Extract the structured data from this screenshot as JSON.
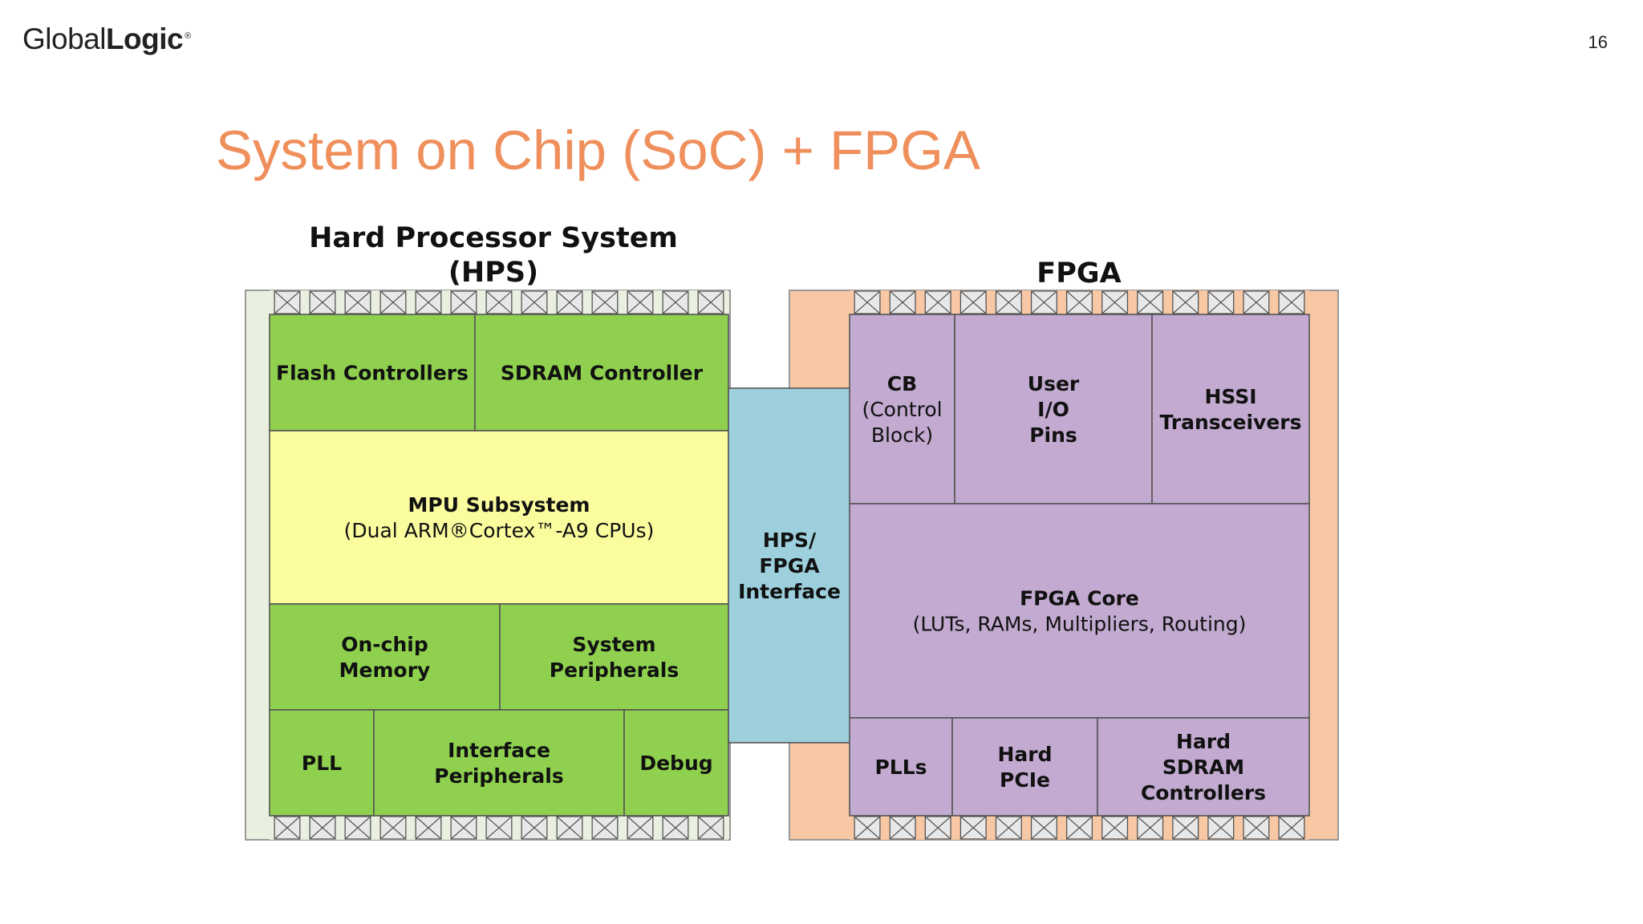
{
  "header": {
    "logo_part1": "Global",
    "logo_part2": "Logic",
    "logo_mark": "®",
    "page_number": "16"
  },
  "slide": {
    "title": "System on Chip (SoC) + FPGA"
  },
  "diagram": {
    "hps_heading_line1": "Hard Processor System",
    "hps_heading_line2": "(HPS)",
    "fpga_heading": "FPGA",
    "colors": {
      "green": "#8fd14f",
      "yellow": "#fbfc9e",
      "blue": "#9dcfdc",
      "purple": "#c2aad0",
      "peach": "#f8c8a4",
      "bezel": "#eaf0e0",
      "border": "#555555"
    },
    "blocks": {
      "flash": {
        "lines": [
          "Flash Controllers"
        ]
      },
      "sdram": {
        "lines": [
          "SDRAM Controller"
        ]
      },
      "mpu": {
        "lines": [
          "MPU Subsystem",
          "(Dual ARM®Cortex™-A9 CPUs)"
        ]
      },
      "onchip": {
        "lines": [
          "On-chip",
          "Memory"
        ]
      },
      "sysperiph": {
        "lines": [
          "System",
          "Peripherals"
        ]
      },
      "pll": {
        "lines": [
          "PLL"
        ]
      },
      "ifperiph": {
        "lines": [
          "Interface",
          "Peripherals"
        ]
      },
      "debug": {
        "lines": [
          "Debug"
        ]
      },
      "interface": {
        "lines": [
          "HPS/",
          "FPGA",
          "Interface"
        ]
      },
      "cb": {
        "lines": [
          "CB",
          "(Control",
          "Block)"
        ]
      },
      "userio": {
        "lines": [
          "User",
          "I/O",
          "Pins"
        ]
      },
      "hssi": {
        "lines": [
          "HSSI",
          "Transceivers"
        ]
      },
      "core": {
        "lines": [
          "FPGA Core",
          "(LUTs, RAMs, Multipliers, Routing)"
        ]
      },
      "plls": {
        "lines": [
          "PLLs"
        ]
      },
      "pcie": {
        "lines": [
          "Hard",
          "PCIe"
        ]
      },
      "hardsdram": {
        "lines": [
          "Hard",
          "SDRAM",
          "Controllers"
        ]
      }
    }
  }
}
